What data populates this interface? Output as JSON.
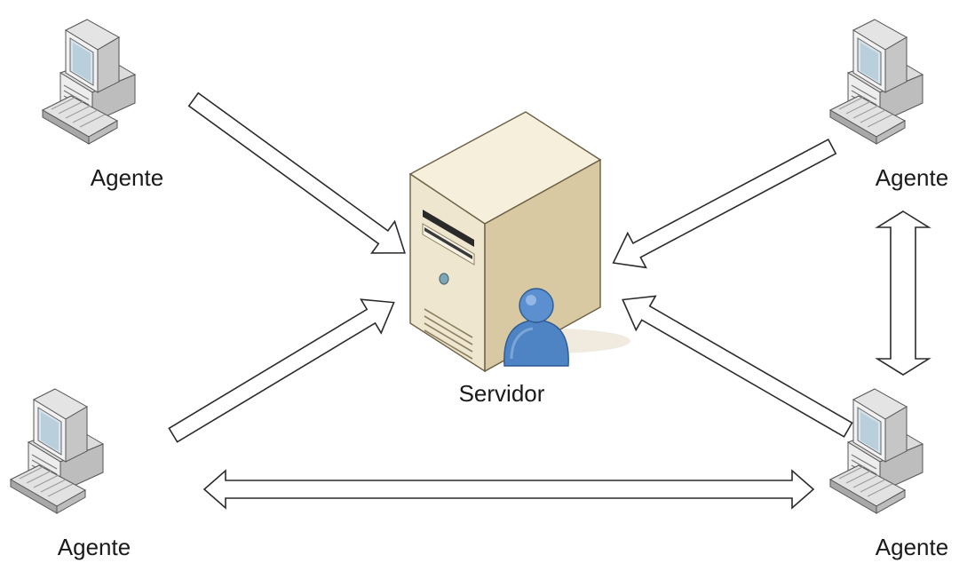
{
  "diagram": {
    "server": {
      "label": "Servidor",
      "icon": "server-tower-with-user-icon",
      "colors": {
        "case": "#efe6cf",
        "case_side": "#d9c9a3",
        "user": "#4f84c4"
      }
    },
    "agents": {
      "top_left": {
        "label": "Agente",
        "icon": "desktop-computer-icon"
      },
      "top_right": {
        "label": "Agente",
        "icon": "desktop-computer-icon"
      },
      "bottom_left": {
        "label": "Agente",
        "icon": "desktop-computer-icon"
      },
      "bottom_right": {
        "label": "Agente",
        "icon": "desktop-computer-icon"
      }
    },
    "connections": [
      {
        "from": "top_left",
        "to": "server",
        "direction": "one-way"
      },
      {
        "from": "top_right",
        "to": "server",
        "direction": "one-way"
      },
      {
        "from": "bottom_left",
        "to": "server",
        "direction": "one-way"
      },
      {
        "from": "bottom_right",
        "to": "server",
        "direction": "one-way"
      },
      {
        "from": "top_right",
        "to": "bottom_right",
        "direction": "two-way"
      },
      {
        "from": "bottom_left",
        "to": "bottom_right",
        "direction": "two-way"
      }
    ]
  }
}
